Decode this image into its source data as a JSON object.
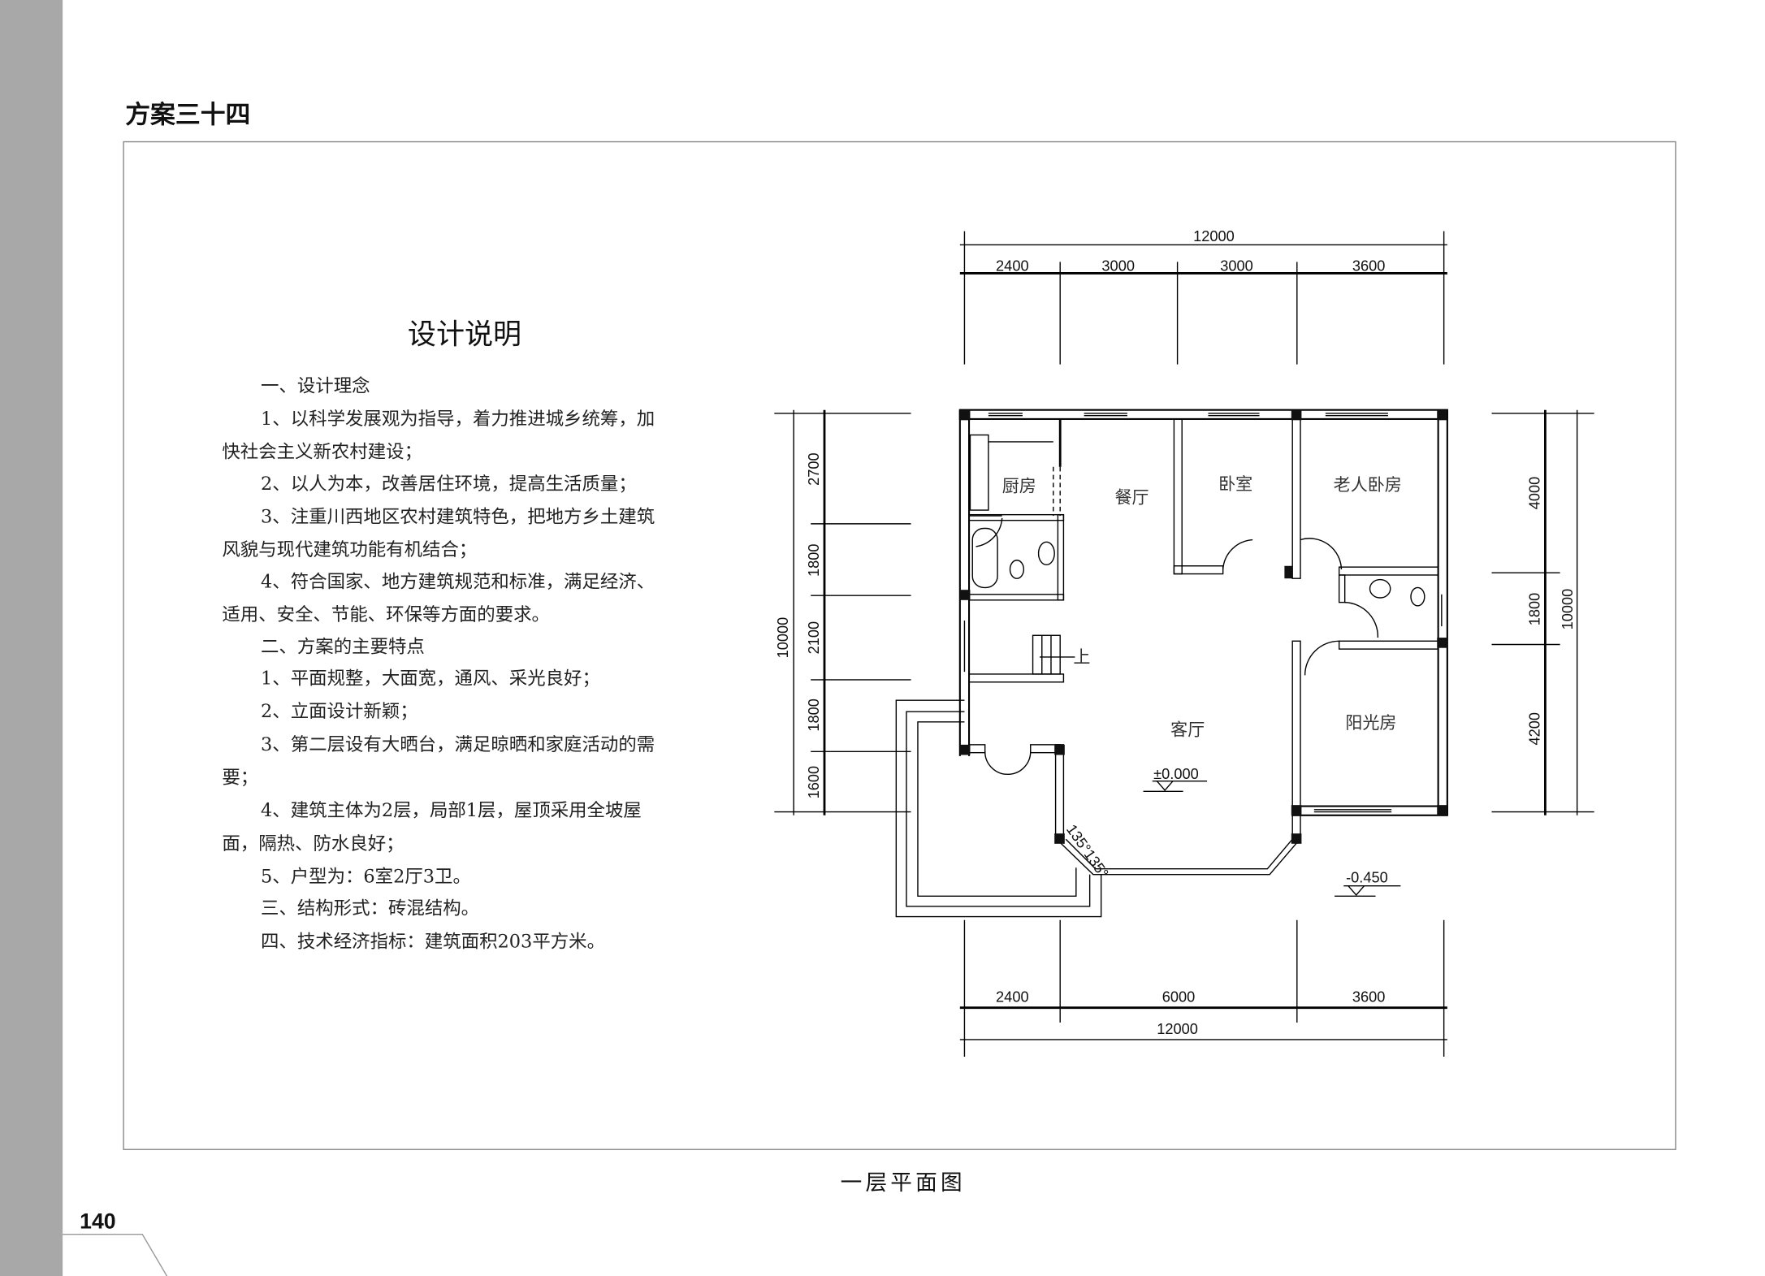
{
  "page": {
    "scheme_title": "方案三十四",
    "page_number": "140",
    "caption": "一层平面图",
    "colors": {
      "sidebar": "#a8a8a8",
      "frame": "#888888",
      "ink": "#000000"
    }
  },
  "description": {
    "heading": "设计说明",
    "lines": [
      "一、设计理念",
      "1、以科学发展观为指导，着力推进城乡统筹，加",
      "快社会主义新农村建设；",
      "2、以人为本，改善居住环境，提高生活质量；",
      "3、注重川西地区农村建筑特色，把地方乡土建筑",
      "风貌与现代建筑功能有机结合；",
      "4、符合国家、地方建筑规范和标准，满足经济、",
      "适用、安全、节能、环保等方面的要求。",
      "二、方案的主要特点",
      "1、平面规整，大面宽，通风、采光良好；",
      "2、立面设计新颖；",
      "3、第二层设有大晒台，满足晾晒和家庭活动的需",
      "要；",
      "4、建筑主体为2层，局部1层，屋顶采用全坡屋",
      "面，隔热、防水良好；",
      "5、户型为：6室2厅3卫。",
      "三、结构形式：砖混结构。",
      "四、技术经济指标：建筑面积203平方米。"
    ]
  },
  "plan": {
    "rooms": {
      "kitchen": "厨房",
      "dining": "餐厅",
      "bedroom": "卧室",
      "elder_bedroom": "老人卧房",
      "living": "客厅",
      "sunroom": "阳光房",
      "stair_up": "上"
    },
    "elevations": {
      "floor": "±0.000",
      "outside": "-0.450"
    },
    "angle_label": "135°135°",
    "dims": {
      "top_total": "12000",
      "top": [
        "2400",
        "3000",
        "3000",
        "3600"
      ],
      "bottom": [
        "2400",
        "6000",
        "3600"
      ],
      "bottom_total": "12000",
      "left": [
        "2700",
        "1800",
        "2100",
        "1800",
        "1600"
      ],
      "left_total": "10000",
      "right": [
        "4000",
        "1800",
        "4200"
      ],
      "right_total": "10000"
    }
  }
}
